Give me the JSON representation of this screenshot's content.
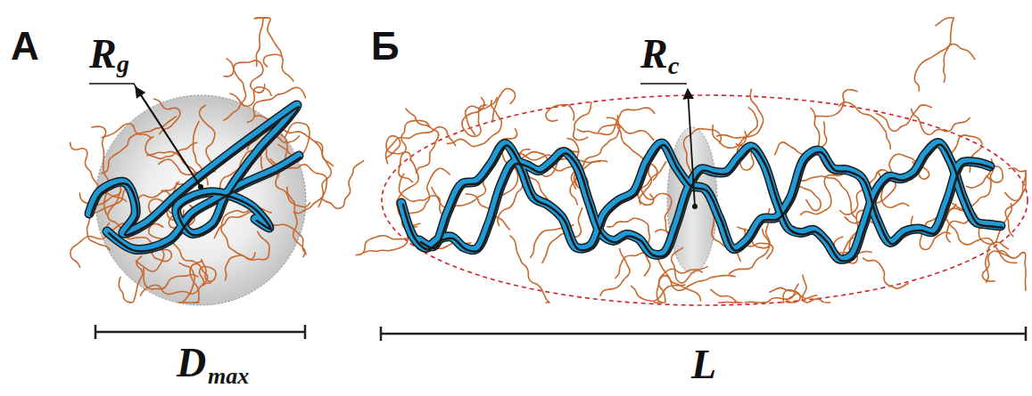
{
  "diagram": {
    "labels": [
      "А",
      "R",
      "g",
      "Б",
      "R",
      "c",
      "D",
      "max",
      "L"
    ]
  }
}
